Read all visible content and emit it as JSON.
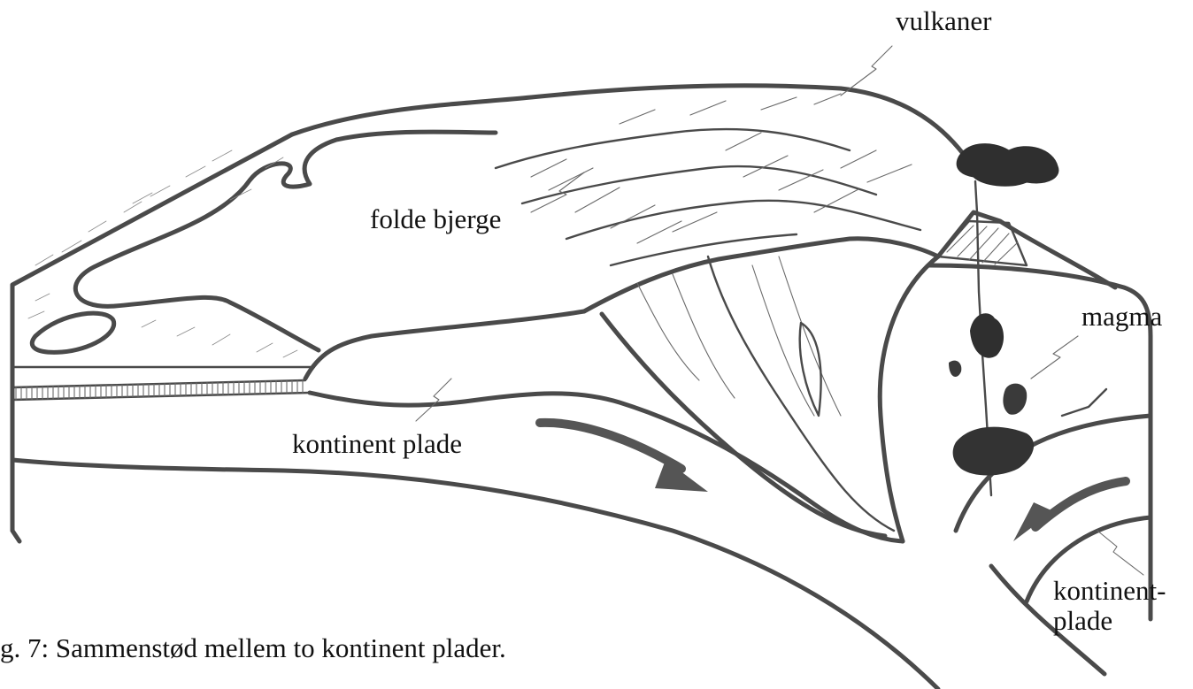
{
  "labels": {
    "vulkaner": "vulkaner",
    "folde_bjerge": "folde bjerge",
    "magma": "magma",
    "kontinent_plade_left": "kontinent plade",
    "kontinent_plade_right_line1": "kontinent-",
    "kontinent_plade_right_line2": "plade"
  },
  "caption": "g. 7: Sammenstød mellem to kontinent plader.",
  "colors": {
    "ink": "#4a4a4a",
    "arrow": "#555555",
    "magma": "#2f2f2f",
    "text": "#111111"
  }
}
